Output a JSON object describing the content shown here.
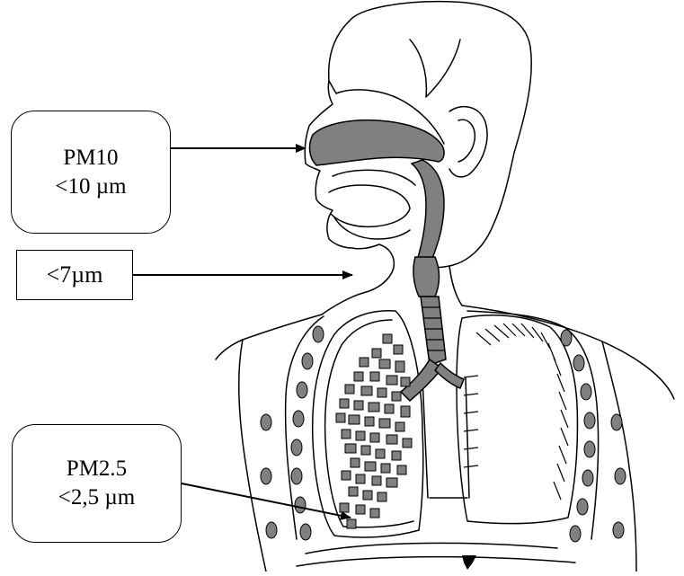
{
  "labels": {
    "pm10": {
      "name": "PM10",
      "size": "<10 µm"
    },
    "pm7": {
      "size": "<7µm"
    },
    "pm25": {
      "name": "PM2.5",
      "size": "<2,5 µm"
    }
  },
  "colors": {
    "airway_fill": "#808080",
    "line": "#000000",
    "background": "#ffffff"
  }
}
